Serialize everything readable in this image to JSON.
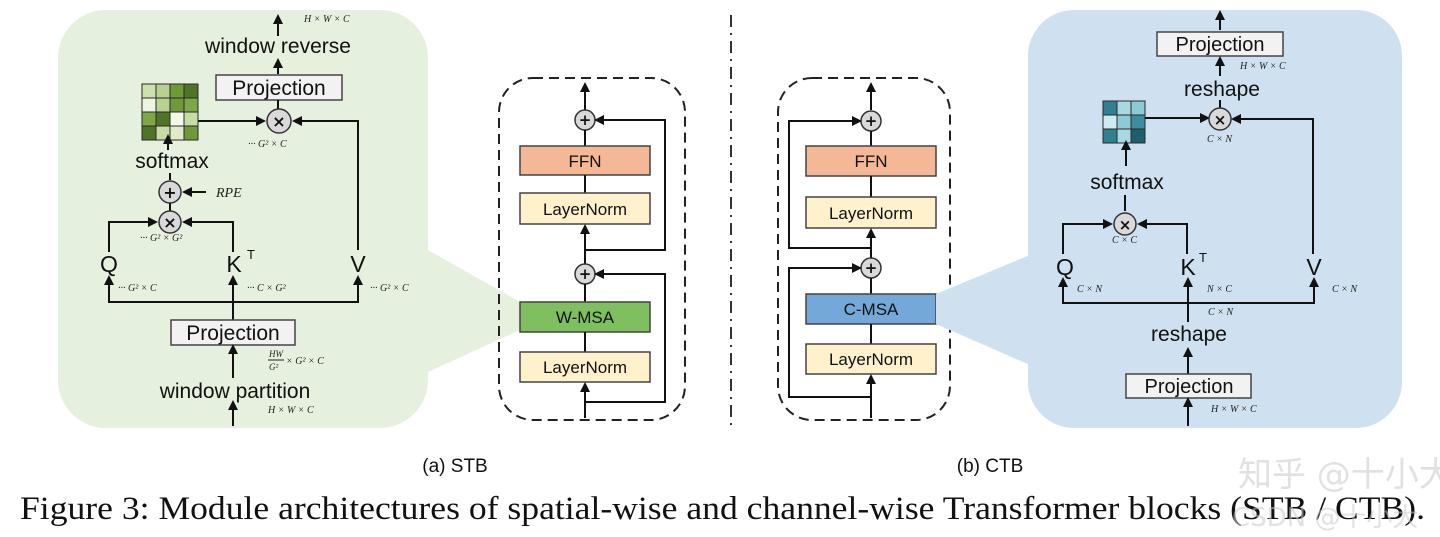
{
  "figure": {
    "caption": "Figure 3: Module architectures of spatial-wise and channel-wise Transformer blocks (STB / CTB).",
    "watermark": "知乎 @十小大",
    "watermark2": "CSDN @十小大"
  },
  "colors": {
    "stb_panel": "#e6f0de",
    "ctb_panel": "#cfe0f0",
    "ffn": "#f4b896",
    "layernorm": "#fff1cc",
    "wmsa": "#7fbf5f",
    "cmsa": "#74a8d8",
    "projection": "#f2f2f2"
  },
  "stb": {
    "subcaption": "(a) STB",
    "detail": {
      "out_dim": "H × W × C",
      "window_reverse": "window reverse",
      "projection_top": "Projection",
      "mul_out_dim": "··· G² × C",
      "softmax": "softmax",
      "rpe": "RPE",
      "attn_dim": "··· G² × G²",
      "q": "Q",
      "k": "K",
      "k_sup": "T",
      "v": "V",
      "q_dim": "··· G² × C",
      "k_dim": "··· C × G²",
      "v_dim": "··· G² × C",
      "projection_bottom": "Projection",
      "partition_dim_num": "HW",
      "partition_dim_den": "G²",
      "partition_dim_rest": "× G² × C",
      "window_partition": "window partition",
      "in_dim": "H × W × C"
    },
    "block": {
      "ffn": "FFN",
      "layernorm_top": "LayerNorm",
      "msa": "W-MSA",
      "layernorm_bottom": "LayerNorm"
    }
  },
  "ctb": {
    "subcaption": "(b) CTB",
    "detail": {
      "projection_top": "Projection",
      "proj_dim": "H × W × C",
      "reshape_top": "reshape",
      "mul_out_dim": "C × N",
      "softmax": "softmax",
      "attn_dim": "C × C",
      "q": "Q",
      "k": "K",
      "k_sup": "T",
      "v": "V",
      "q_dim": "C × N",
      "k_dim": "N × C",
      "v_dim": "C × N",
      "reshape_dim": "C × N",
      "reshape_bottom": "reshape",
      "projection_bottom": "Projection",
      "in_dim": "H × W × C"
    },
    "block": {
      "ffn": "FFN",
      "layernorm_top": "LayerNorm",
      "msa": "C-MSA",
      "layernorm_bottom": "LayerNorm"
    }
  },
  "symbols": {
    "plus": "+",
    "times": "×"
  }
}
